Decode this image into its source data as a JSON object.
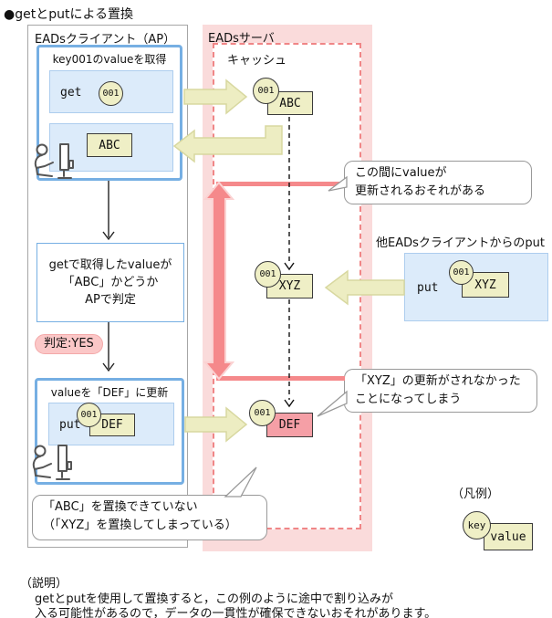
{
  "title": "●getとputによる置換",
  "client": {
    "label": "EADsクライアント（AP）",
    "get_block": {
      "title": "key001のvalueを取得",
      "op": "get",
      "key": "001"
    },
    "response": {
      "value": "ABC"
    },
    "decision": {
      "line1": "getで取得したvalueが",
      "line2": "「ABC」かどうか",
      "line3": "APで判定"
    },
    "judge_badge": "判定:YES",
    "update_block": {
      "title": "valueを「DEF」に更新",
      "op": "put",
      "key": "001",
      "value": "DEF"
    },
    "bubble": {
      "line1": "「ABC」を置換できていない",
      "line2": "（「XYZ」を置換してしまっている）"
    }
  },
  "server": {
    "label": "EADsサーバ",
    "cache_label": "キャッシュ",
    "entries": [
      {
        "key": "001",
        "value": "ABC"
      },
      {
        "key": "001",
        "value": "XYZ"
      },
      {
        "key": "001",
        "value": "DEF"
      }
    ]
  },
  "other_client": {
    "label": "他EADsクライアントからのput",
    "op": "put",
    "key": "001",
    "value": "XYZ"
  },
  "callouts": {
    "interval": {
      "line1": "この間にvalueが",
      "line2": "更新されるおそれがある"
    },
    "lost_update": {
      "line1": "「XYZ」の更新がされなかった",
      "line2": "ことになってしまう"
    }
  },
  "legend": {
    "title": "（凡例）",
    "key_label": "key",
    "value_label": "value"
  },
  "note": {
    "heading": "（説明）",
    "line1": "getとputを使用して置換すると，この例のように途中で割り込みが",
    "line2": "入る可能性があるので，データの一貫性が確保できないおそれがあります。"
  },
  "colors": {
    "server_bg": "#FADBDB",
    "cache_border": "#F08687",
    "client_border": "#A6A6A6",
    "step_border": "#76AFE3",
    "step_inner_bg": "#DCEBFA",
    "kv_fill": "#EFEFC6",
    "kv_alert_fill": "#F59FA6",
    "arrow_fill": "#EDEDC2",
    "alert_arrow": "#F5898B",
    "badge_bg": "#FBC7C7"
  }
}
